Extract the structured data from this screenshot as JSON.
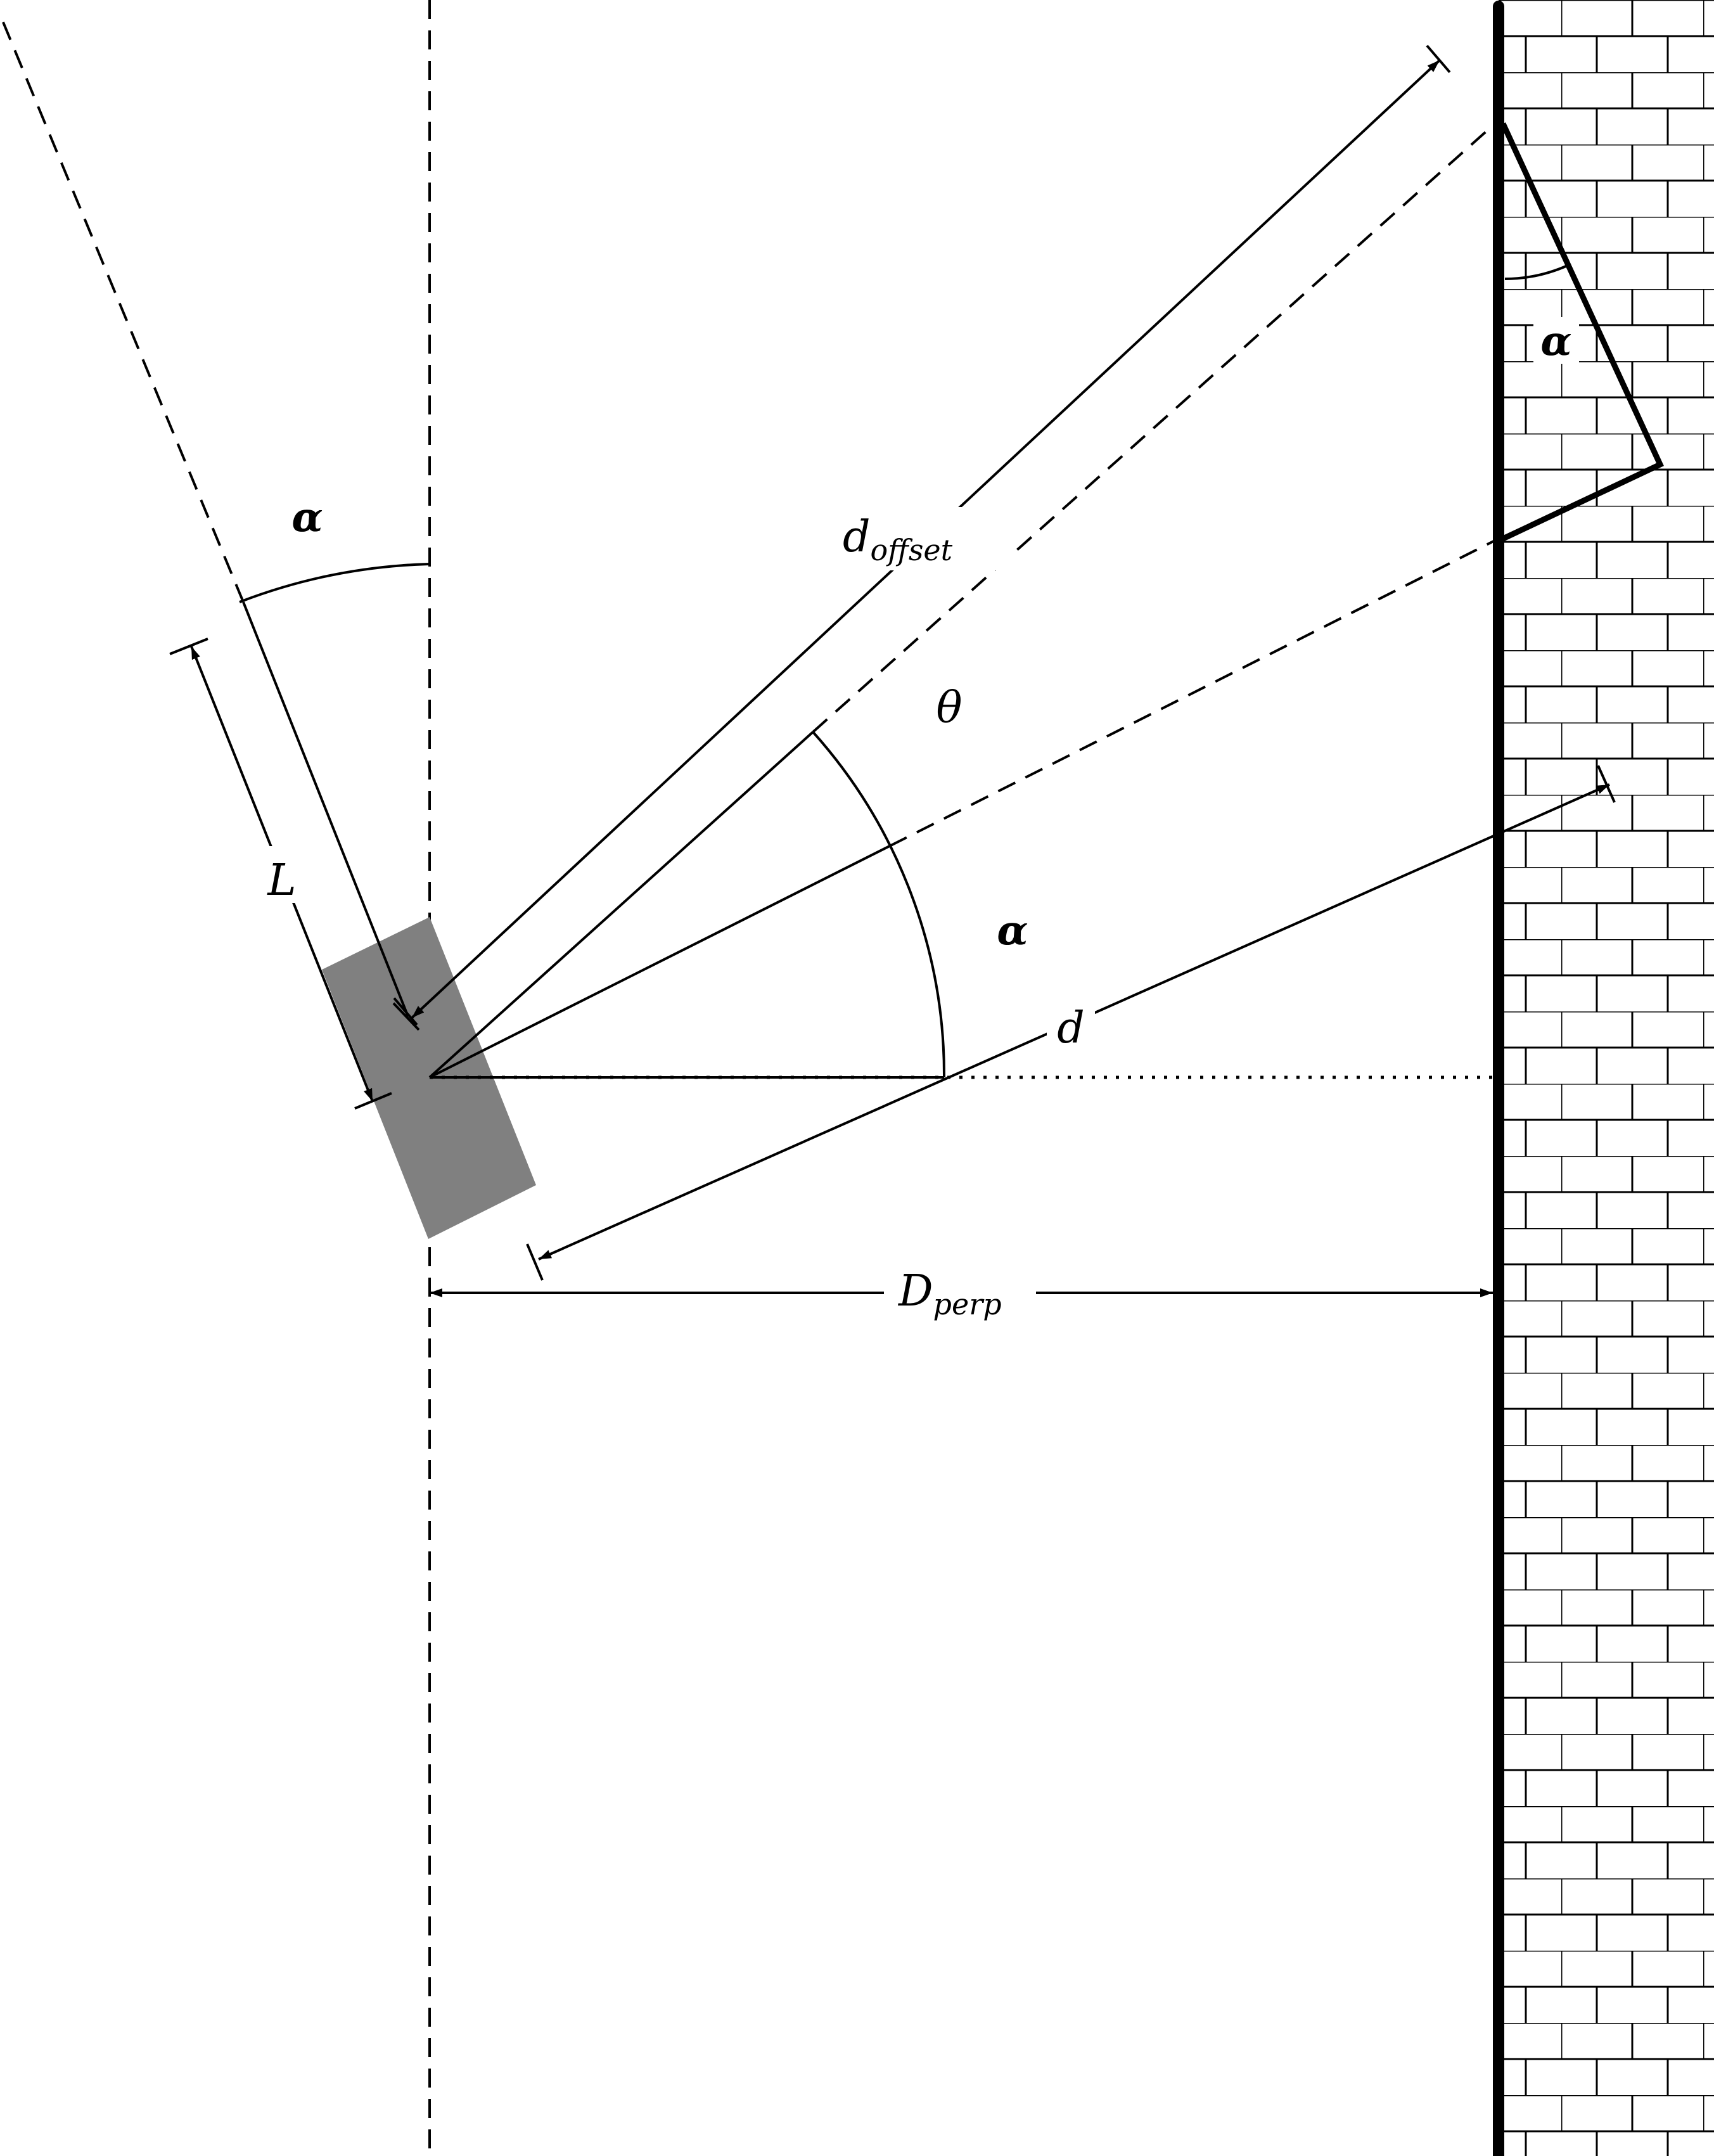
{
  "labels": {
    "alpha_top": "α",
    "alpha_mid": "α",
    "alpha_wall": "α",
    "theta": "θ",
    "L": "L",
    "d": "d",
    "d_offset_main": "d",
    "d_offset_sub": "offset",
    "D_perp_main": "D",
    "D_perp_sub": "perp"
  },
  "colors": {
    "ink": "#000000",
    "sensor_fill": "#808080",
    "background": "#ffffff"
  }
}
